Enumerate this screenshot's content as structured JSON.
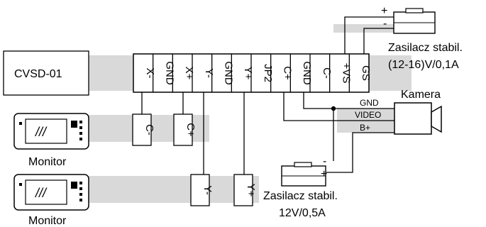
{
  "controller": {
    "label": "CVSD-01"
  },
  "terminals": [
    "X-",
    "GND",
    "X+",
    "Y-",
    "GND",
    "Y+",
    "JP2",
    "C+",
    "GND",
    "C-",
    "+VS",
    "GS"
  ],
  "monitor_top": {
    "label": "Monitor",
    "screen_glyph": "///",
    "terminals": [
      "C-",
      "C+"
    ]
  },
  "monitor_bottom": {
    "label": "Monitor",
    "screen_glyph": "///",
    "terminals": [
      "Y-",
      "Y+"
    ]
  },
  "psu_top": {
    "line1": "Zasilacz stabil.",
    "line2": "(12-16)V/0,1A",
    "plus": "+",
    "minus": "-"
  },
  "psu_bottom": {
    "line1": "Zasilacz stabil.",
    "line2": "12V/0,5A",
    "plus": "+",
    "minus": "-"
  },
  "camera": {
    "label": "Kamera",
    "wires": [
      "GND",
      "VIDEO",
      "B+"
    ]
  }
}
